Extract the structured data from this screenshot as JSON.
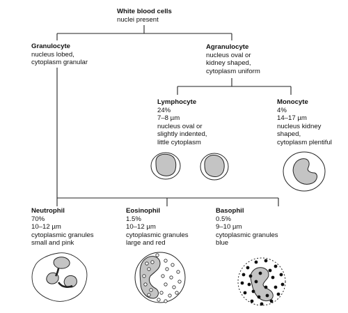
{
  "diagram": {
    "root": {
      "title": "White blood cells",
      "lines": [
        "nuclei present"
      ]
    },
    "granulocyte": {
      "title": "Granulocyte",
      "lines": [
        "nucleus lobed,",
        "cytoplasm granular"
      ]
    },
    "agranulocyte": {
      "title": "Agranulocyte",
      "lines": [
        "nucleus oval or",
        "kidney shaped,",
        "cytoplasm uniform"
      ]
    },
    "lymphocyte": {
      "title": "Lymphocyte",
      "lines": [
        "24%",
        "7–8 µm",
        "nucleus oval or",
        "slightly indented,",
        "little cytoplasm"
      ]
    },
    "monocyte": {
      "title": "Monocyte",
      "lines": [
        "4%",
        "14–17 µm",
        "nucleus kidney",
        "shaped,",
        "cytoplasm plentiful"
      ]
    },
    "neutrophil": {
      "title": "Neutrophil",
      "lines": [
        "70%",
        "10–12 µm",
        "cytoplasmic granules",
        "small and pink"
      ]
    },
    "eosinophil": {
      "title": "Eosinophil",
      "lines": [
        "1.5%",
        "10–12 µm",
        "cytoplasmic granules",
        "large and red"
      ]
    },
    "basophil": {
      "title": "Basophil",
      "lines": [
        "0.5%",
        "9–10 µm",
        "cytoplasmic granules",
        "blue"
      ]
    }
  },
  "colors": {
    "nucleus": "#c4c4c4",
    "line": "#222222"
  }
}
